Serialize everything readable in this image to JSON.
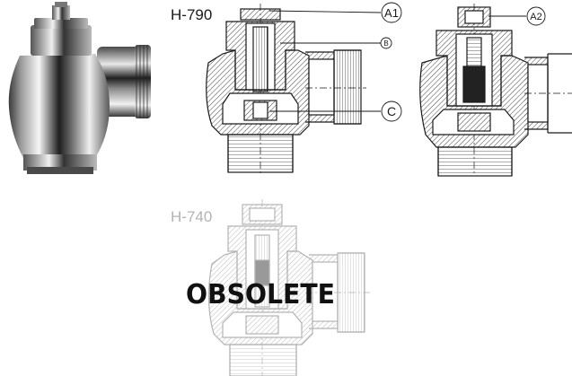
{
  "labels": {
    "model_top": "H-790",
    "model_bottom": "H-740",
    "callout_a1": "A1",
    "callout_b": "B",
    "callout_c": "C",
    "callout_a2": "A2",
    "stamp": "OBSOLETE"
  },
  "colors": {
    "ink": "#1a1a1a",
    "faded_ink": "#b3b3b3",
    "hatch": "#555555",
    "chrome_dark": "#2b2b2b",
    "chrome_light": "#f4f4f4"
  }
}
